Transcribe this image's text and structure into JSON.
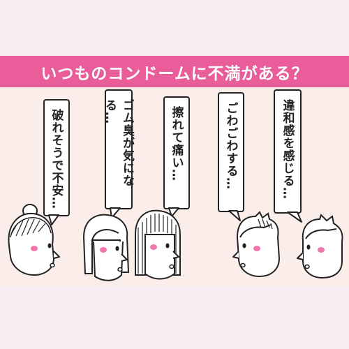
{
  "banner": {
    "title": "いつものコンドームに不満がある？",
    "color": "#e85d9a"
  },
  "bubbles": [
    {
      "text": "破れそうで不安…"
    },
    {
      "text": "ゴム臭が気になる…"
    },
    {
      "text": "擦れて痛い…"
    },
    {
      "text": "ごわごわする…"
    },
    {
      "text": "違和感を感じる…"
    }
  ],
  "colors": {
    "background": "#f6eef3",
    "panel": "#fbeeea",
    "cheek": "#f277ad",
    "outline": "#222222"
  },
  "characters": [
    {
      "icon": "woman-bun-hair-icon"
    },
    {
      "icon": "woman-bob-hair-icon"
    },
    {
      "icon": "woman-bangs-hair-icon"
    },
    {
      "icon": "man-spiky-hair-icon"
    },
    {
      "icon": "man-short-hair-icon"
    }
  ]
}
